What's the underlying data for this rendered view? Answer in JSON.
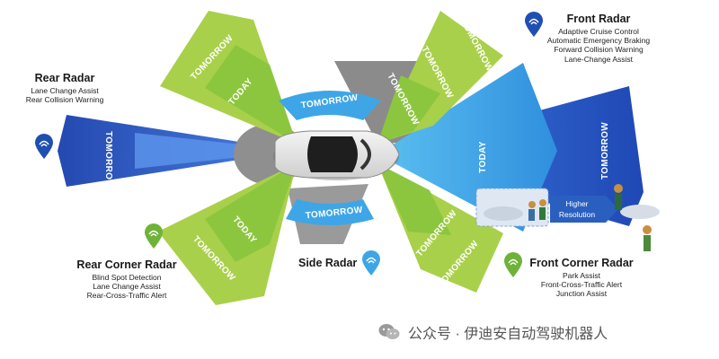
{
  "colors": {
    "today_green": "#8cc63f",
    "tomorrow_green": "#a9d04a",
    "tomorrow_blue": "#2f5fc8",
    "light_blue": "#3ea6e6",
    "gray": "#9a9a9a",
    "dark_gray": "#6d6d6d",
    "pin_blue": "#1f4fb0",
    "pin_green": "#6fb23a"
  },
  "zone_labels": {
    "today": "TODAY",
    "tomorrow": "TOMORROW"
  },
  "front_radar": {
    "title": "Front Radar",
    "features": [
      "Adaptive Cruise Control",
      "Automatic Emergency Braking",
      "Forward Collision Warning",
      "Lane-Change Assist"
    ]
  },
  "rear_radar": {
    "title": "Rear Radar",
    "features": [
      "Lane Change Assist",
      "Rear Collision Warning"
    ]
  },
  "rear_corner_radar": {
    "title": "Rear Corner Radar",
    "features": [
      "Blind Spot Detection",
      "Lane Change Assist",
      "Rear-Cross-Traffic Alert"
    ]
  },
  "side_radar": {
    "title": "Side Radar"
  },
  "front_corner_radar": {
    "title": "Front Corner Radar",
    "features": [
      "Park Assist",
      "Front-Cross-Traffic Alert",
      "Junction Assist"
    ]
  },
  "callout": {
    "line1": "Higher",
    "line2": "Resolution"
  },
  "footer": {
    "text": "公众号 · 伊迪安自动驾驶机器人"
  },
  "icons": {
    "radar_pin": "radar-signal-pin",
    "wechat": "wechat-logo"
  }
}
